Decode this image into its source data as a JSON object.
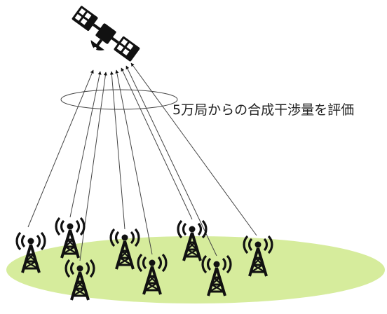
{
  "caption": "5万局からの合成干渉量を評価",
  "colors": {
    "ground": "#d6ec9c",
    "ink": "#111111",
    "signal_line": "#444444"
  },
  "icons": {
    "satellite": "satellite-icon",
    "station": "cell-tower-icon",
    "ground": "ground-area",
    "aggregation_ring": "aggregation-ring"
  }
}
